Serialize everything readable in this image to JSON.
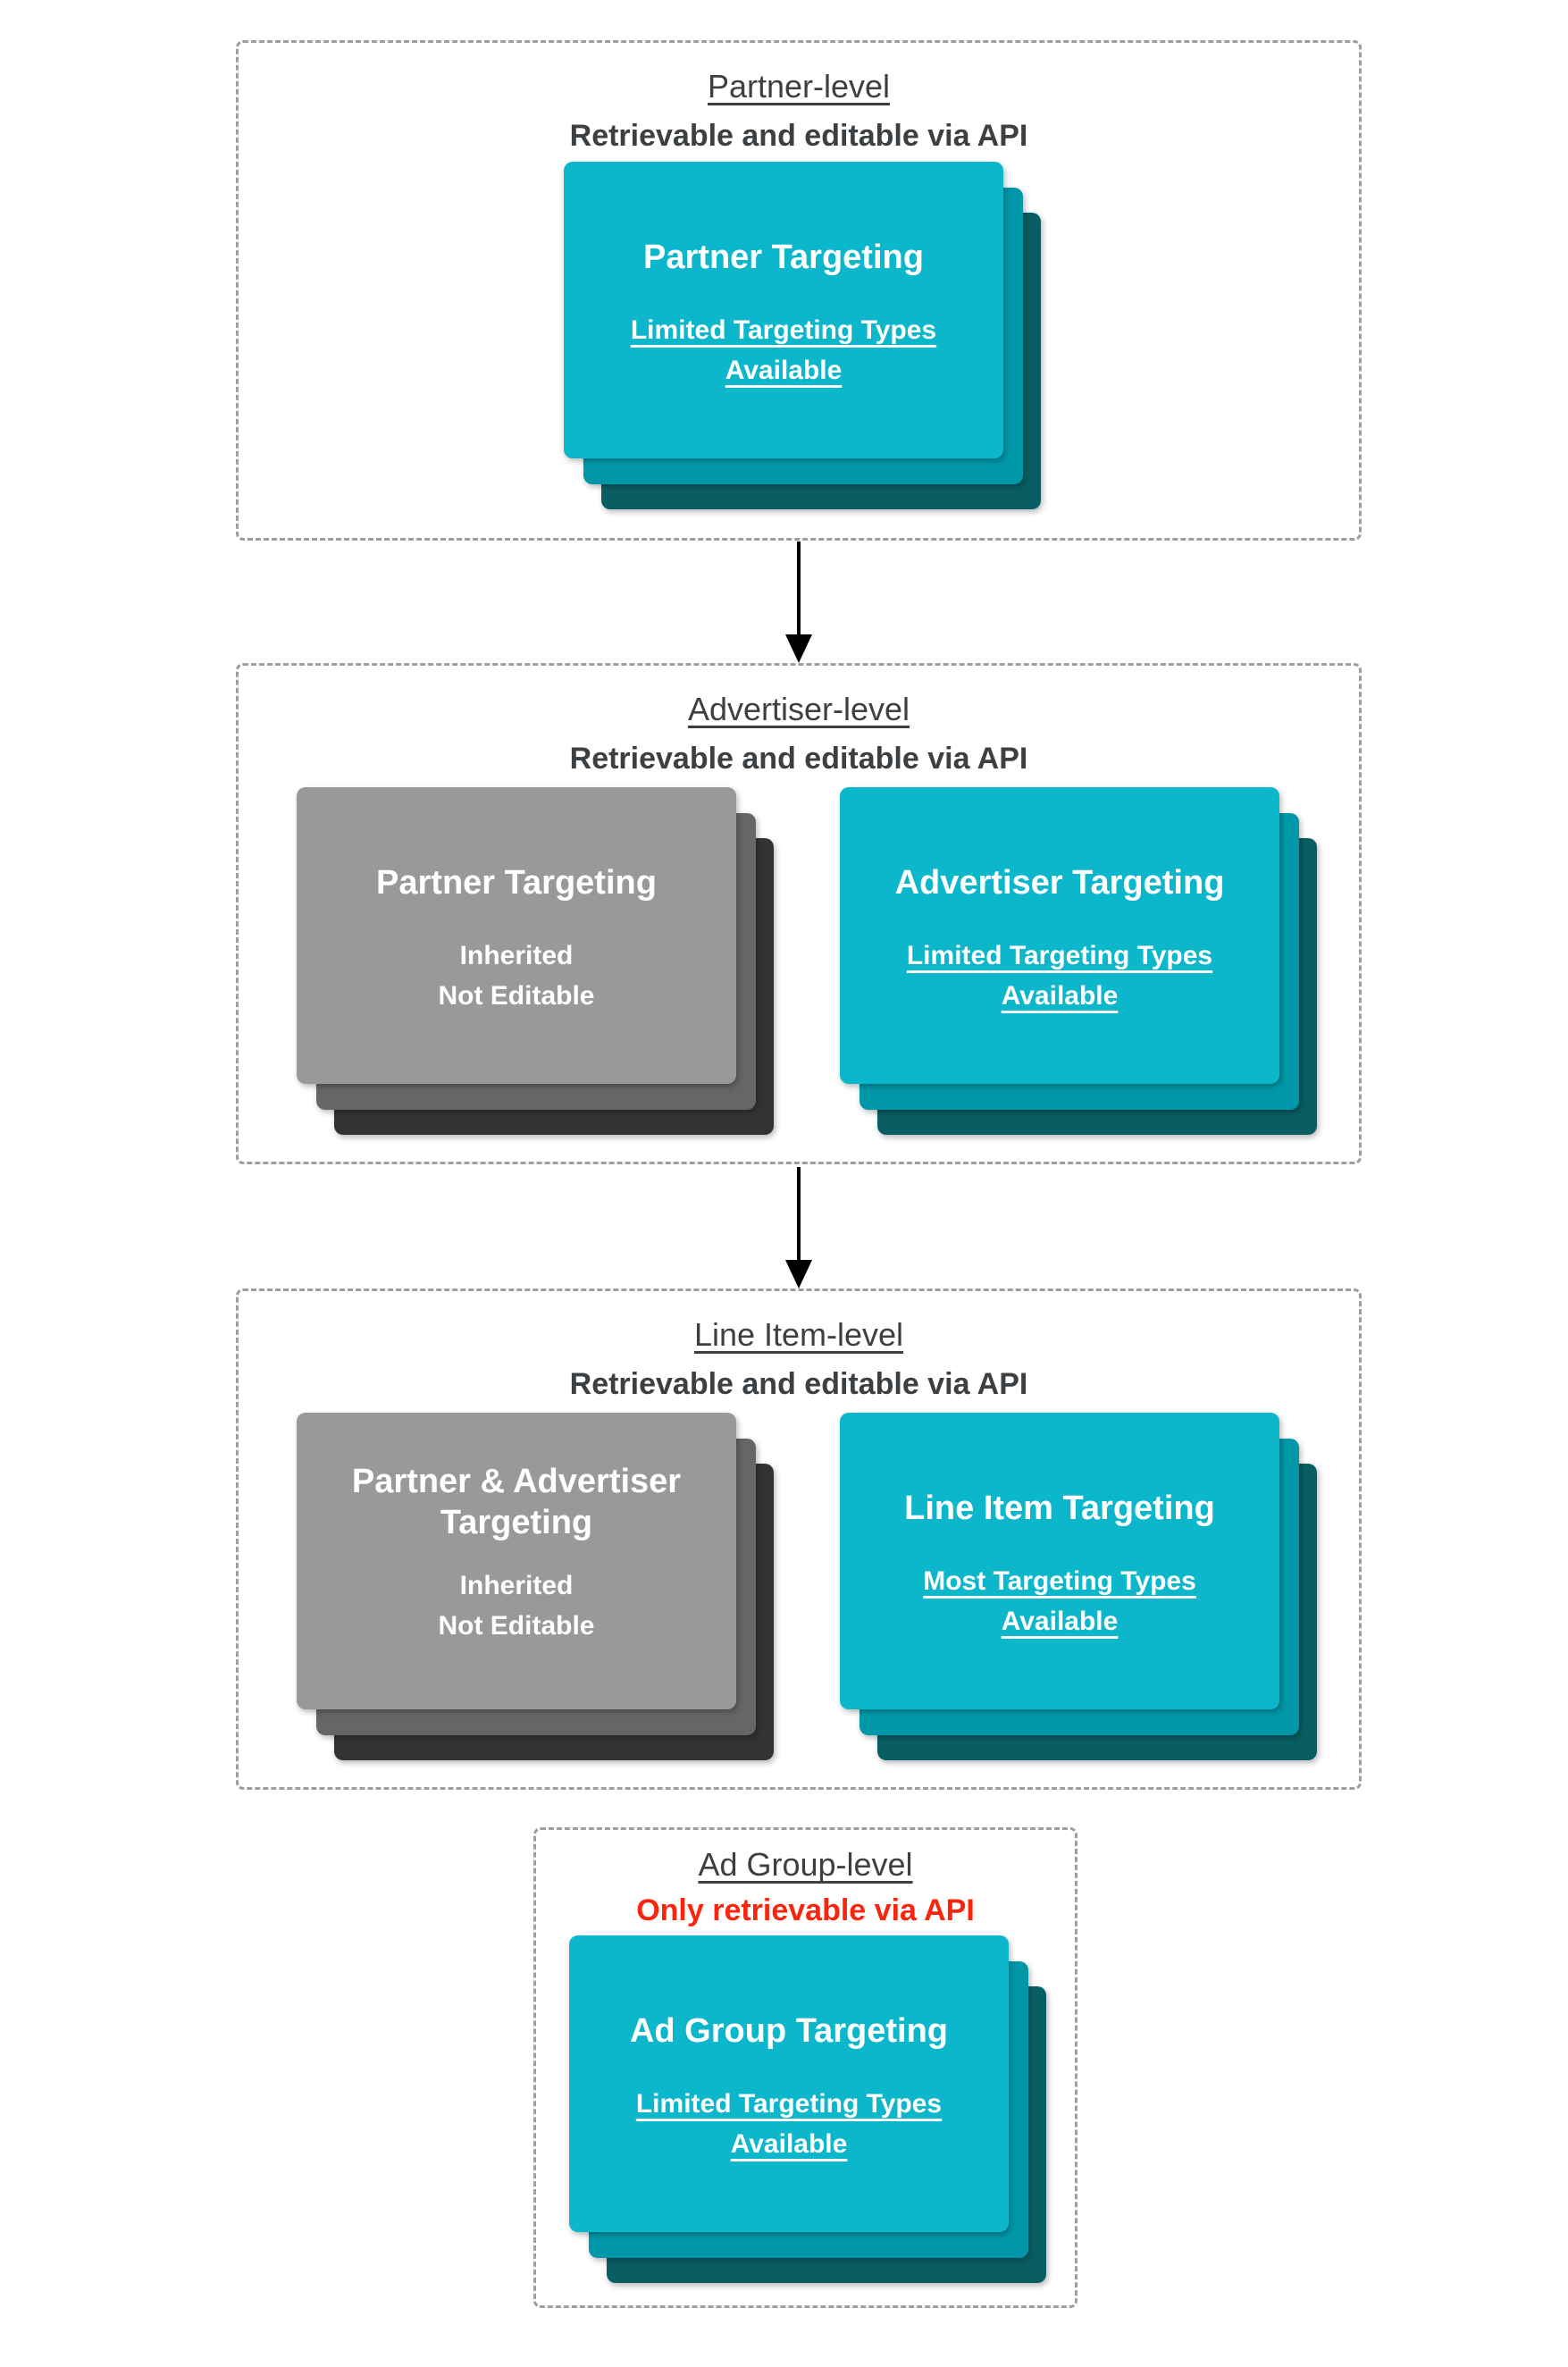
{
  "colors": {
    "teal_card_front": "#0cb6cb",
    "teal_card_mid": "#0098a8",
    "teal_card_back": "#095e64",
    "gray_card_front": "#999999",
    "gray_card_mid": "#666666",
    "gray_card_back": "#333333",
    "header_text": "#3c4043",
    "red_text": "#fa250c",
    "panel_border": "#9e9e9e",
    "arrow": "#000000",
    "card_text": "#ffffff"
  },
  "sections": [
    {
      "id": "partner-level",
      "level": "Partner-level",
      "subtitle": "Retrievable and editable via API",
      "subtitle_style": "dark",
      "cards": [
        {
          "variant": "teal",
          "title_lines": [
            "Partner Targeting"
          ],
          "body_lines": [
            "Limited Targeting Types",
            "Available"
          ]
        }
      ]
    },
    {
      "id": "advertiser-level",
      "level": "Advertiser-level",
      "subtitle": "Retrievable and editable via API",
      "subtitle_style": "dark",
      "cards": [
        {
          "variant": "gray",
          "title_lines": [
            "Partner Targeting"
          ],
          "body_lines": [
            "Inherited",
            "Not Editable"
          ]
        },
        {
          "variant": "teal",
          "title_lines": [
            "Advertiser Targeting"
          ],
          "body_lines": [
            "Limited Targeting Types",
            "Available"
          ]
        }
      ]
    },
    {
      "id": "line-item-level",
      "level": "Line Item-level",
      "subtitle": "Retrievable and editable via API",
      "subtitle_style": "dark",
      "cards": [
        {
          "variant": "gray",
          "title_lines": [
            "Partner & Advertiser",
            "Targeting"
          ],
          "body_lines": [
            "Inherited",
            "Not Editable"
          ]
        },
        {
          "variant": "teal",
          "title_lines": [
            "Line Item Targeting"
          ],
          "body_lines": [
            "Most Targeting Types",
            "Available"
          ]
        }
      ]
    },
    {
      "id": "ad-group-level",
      "level": "Ad Group-level",
      "subtitle": "Only retrievable via API",
      "subtitle_style": "red",
      "cards": [
        {
          "variant": "teal",
          "title_lines": [
            "Ad Group Targeting"
          ],
          "body_lines": [
            "Limited Targeting Types",
            "Available"
          ]
        }
      ]
    }
  ]
}
